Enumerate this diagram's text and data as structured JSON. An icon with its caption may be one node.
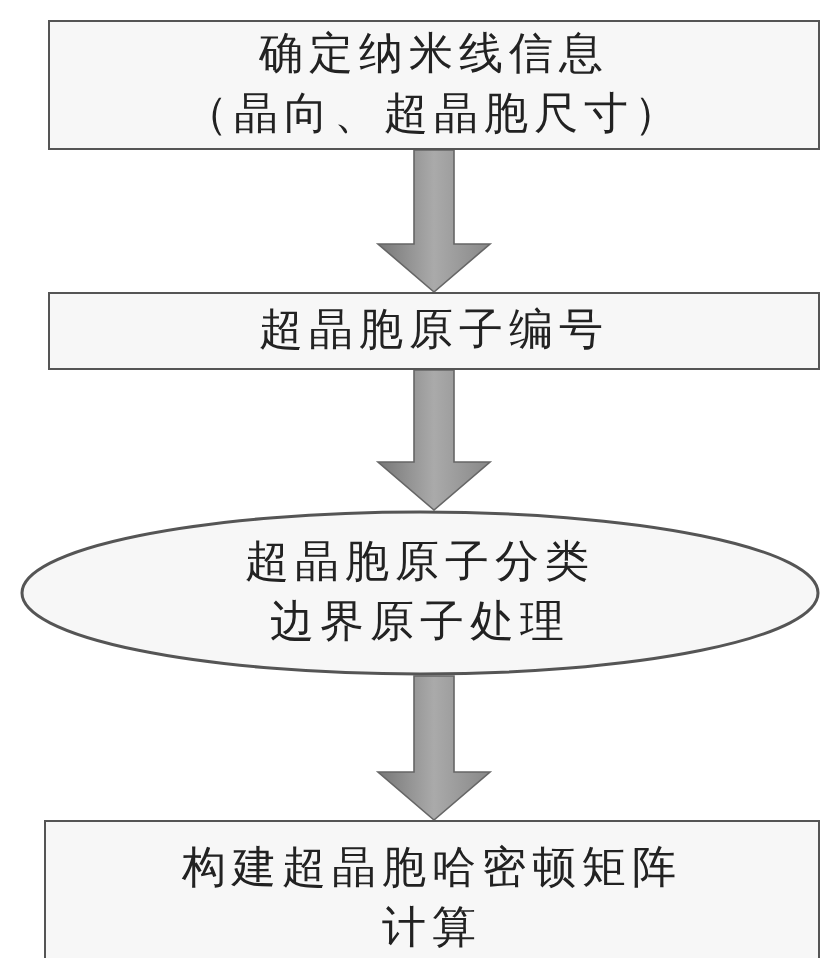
{
  "diagram": {
    "nodes": [
      {
        "text": [
          "确定纳米线信息（晶向、超晶胞尺寸）"
        ]
      },
      {
        "text": [
          "超晶胞原子编号"
        ]
      },
      {
        "text": [
          "超晶胞原子分类边界原子处理"
        ]
      },
      {
        "text": [
          "构建超晶胞哈密顿矩阵计算"
        ]
      }
    ],
    "edges": [
      {
        "from": 0,
        "to": 1,
        "arrow": "to"
      },
      {
        "from": 1,
        "to": 2,
        "arrow": "to"
      },
      {
        "from": 2,
        "to": 3,
        "arrow": "to"
      }
    ]
  }
}
